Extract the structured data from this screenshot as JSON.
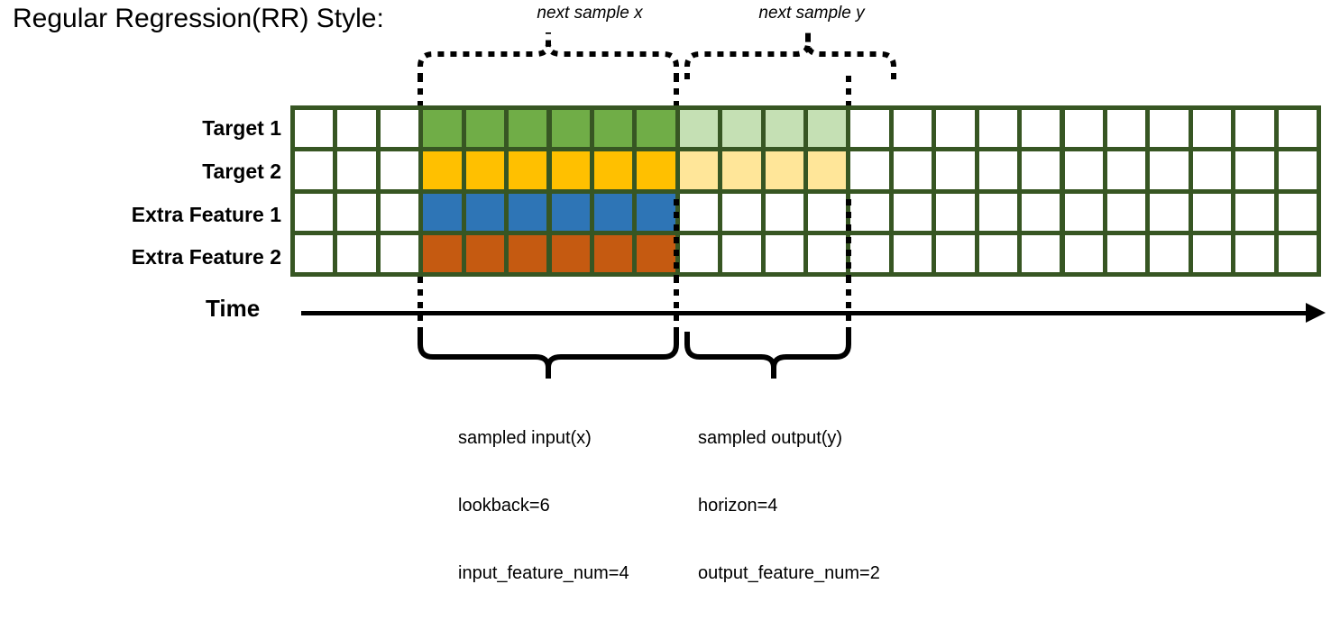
{
  "title": "Regular Regression(RR) Style:",
  "annotations": {
    "next_x": "next sample x",
    "next_y": "next sample y"
  },
  "rows": [
    {
      "label": "Target 1",
      "name": "target-1"
    },
    {
      "label": "Target 2",
      "name": "target-2"
    },
    {
      "label": "Extra Feature 1",
      "name": "extra-feature-1"
    },
    {
      "label": "Extra Feature 2",
      "name": "extra-feature-2"
    }
  ],
  "time_axis": {
    "label": "Time"
  },
  "captions": {
    "input": {
      "line1": "sampled input(x)",
      "line2": "lookback=6",
      "line3": "input_feature_num=4"
    },
    "output": {
      "line1": "sampled output(y)",
      "line2": "horizon=4",
      "line3": "output_feature_num=2"
    }
  },
  "colors": {
    "border": "#375623",
    "empty": "#ffffff",
    "target1_input": "#70ad47",
    "target1_output": "#c5e0b4",
    "target2_input": "#ffc000",
    "target2_output": "#ffe699",
    "feature1_input": "#2e75b6",
    "feature2_input": "#c55a11",
    "axis": "#000000"
  },
  "grid": {
    "columns": 24,
    "rows": 4,
    "input_start_col": 4,
    "input_end_col": 9,
    "output_start_col": 10,
    "output_end_col": 13,
    "lookback": 6,
    "horizon": 4,
    "input_feature_num": 4,
    "output_feature_num": 2,
    "fills": [
      [
        "#ffffff",
        "#ffffff",
        "#ffffff",
        "#70ad47",
        "#70ad47",
        "#70ad47",
        "#70ad47",
        "#70ad47",
        "#70ad47",
        "#c5e0b4",
        "#c5e0b4",
        "#c5e0b4",
        "#c5e0b4",
        "#ffffff",
        "#ffffff",
        "#ffffff",
        "#ffffff",
        "#ffffff",
        "#ffffff",
        "#ffffff",
        "#ffffff",
        "#ffffff",
        "#ffffff",
        "#ffffff"
      ],
      [
        "#ffffff",
        "#ffffff",
        "#ffffff",
        "#ffc000",
        "#ffc000",
        "#ffc000",
        "#ffc000",
        "#ffc000",
        "#ffc000",
        "#ffe699",
        "#ffe699",
        "#ffe699",
        "#ffe699",
        "#ffffff",
        "#ffffff",
        "#ffffff",
        "#ffffff",
        "#ffffff",
        "#ffffff",
        "#ffffff",
        "#ffffff",
        "#ffffff",
        "#ffffff",
        "#ffffff"
      ],
      [
        "#ffffff",
        "#ffffff",
        "#ffffff",
        "#2e75b6",
        "#2e75b6",
        "#2e75b6",
        "#2e75b6",
        "#2e75b6",
        "#2e75b6",
        "#ffffff",
        "#ffffff",
        "#ffffff",
        "#ffffff",
        "#ffffff",
        "#ffffff",
        "#ffffff",
        "#ffffff",
        "#ffffff",
        "#ffffff",
        "#ffffff",
        "#ffffff",
        "#ffffff",
        "#ffffff",
        "#ffffff"
      ],
      [
        "#ffffff",
        "#ffffff",
        "#ffffff",
        "#c55a11",
        "#c55a11",
        "#c55a11",
        "#c55a11",
        "#c55a11",
        "#c55a11",
        "#ffffff",
        "#ffffff",
        "#ffffff",
        "#ffffff",
        "#ffffff",
        "#ffffff",
        "#ffffff",
        "#ffffff",
        "#ffffff",
        "#ffffff",
        "#ffffff",
        "#ffffff",
        "#ffffff",
        "#ffffff",
        "#ffffff"
      ]
    ]
  }
}
